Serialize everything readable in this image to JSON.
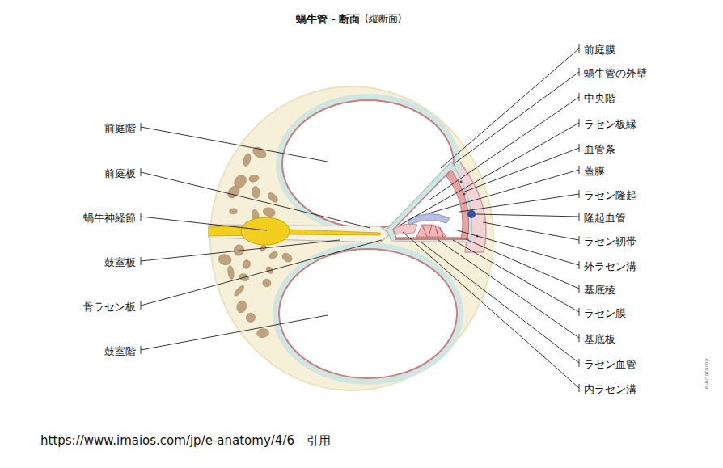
{
  "diagram": {
    "title": "蝸牛管 - 断面",
    "caption": "https://www.imaios.com/jp/e-anatomy/4/6　引用",
    "labels": [
      "(縦断面)",
      "前庭階",
      "前庭板",
      "蝸牛神経節",
      "鼓室板",
      "骨ラセン板",
      "鼓室階",
      "前庭膜",
      "蝸牛管の外壁",
      "中央階",
      "ラセン板縁",
      "血管条",
      "蓋膜",
      "ラセン隆起",
      "隆起血管",
      "ラセン靭帯",
      "外ラセン溝",
      "基底稜",
      "ラセン膜",
      "基底板",
      "ラセン血管",
      "内ラセン溝",
      "e-Anatomy"
    ]
  }
}
